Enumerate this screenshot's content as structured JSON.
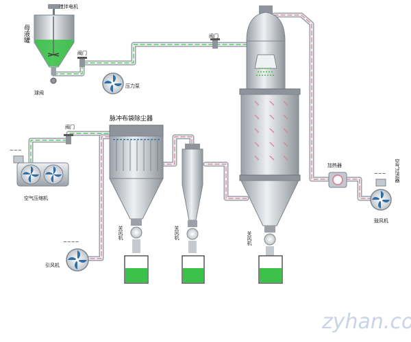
{
  "labels": {
    "mother_tank": "母液罐",
    "stir_motor": "搅拌电机",
    "valve": "阀门",
    "ball_valve": "球阀",
    "pressure_pump": "压力泵",
    "air_compressor": "空气压缩机",
    "pulse_bag_filter": "脉冲布袋除尘器",
    "air_lock": "关风机",
    "induced_fan": "引风机",
    "heater": "加热器",
    "air_filter": "空气过滤器",
    "blower": "鼓风机"
  },
  "watermark": "zyhan.com",
  "colors": {
    "liquid": "#3cc24a",
    "hot_air": "#d98a9a",
    "pipe": "#d9dde2",
    "vessel": "#c4c9cf",
    "impeller": "#2e6fa8"
  }
}
